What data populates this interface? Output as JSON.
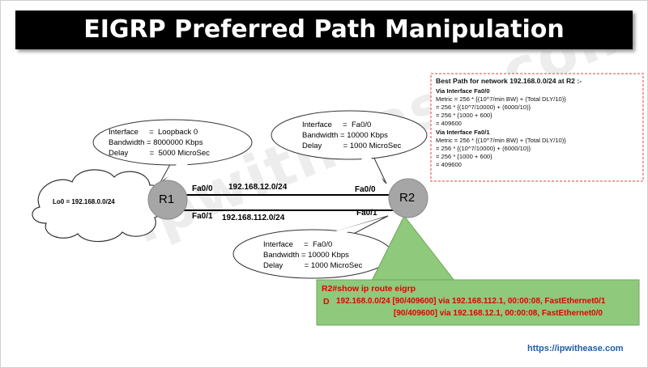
{
  "title": "EIGRP Preferred Path Manipulation",
  "watermark": "ipwithease.com",
  "url": "https://ipwithease.com",
  "routers": {
    "r1": "R1",
    "r2": "R2"
  },
  "cloud_label": "Lo0 = 192.168.0.0/24",
  "links": {
    "top": {
      "r1_if": "Fa0/0",
      "network": "192.168.12.0/24",
      "r2_if": "Fa0/0"
    },
    "bottom": {
      "r1_if": "Fa0/1",
      "network": "192.168.112.0/24",
      "r2_if": "Fa0/1"
    }
  },
  "callouts": {
    "r1_loopback": {
      "lines": [
        "Interface     =  Loopback 0",
        "Bandwidth = 8000000 Kbps",
        "Delay          =  5000 MicroSec"
      ]
    },
    "r2_fa00": {
      "lines": [
        "Interface     =  Fa0/0",
        "Bandwidth = 10000 Kbps",
        "Delay          = 1000 MicroSec"
      ]
    },
    "r2_fa01": {
      "lines": [
        "Interface     =  Fa0/0",
        "Bandwidth = 10000 Kbps",
        "Delay          = 1000 MicroSec"
      ]
    }
  },
  "best_path": {
    "heading": "Best Path for network 192.168.0.0/24 at R2 :-",
    "via1": "Via Interface Fa0/0",
    "via1_lines": [
      "Metric = 256 * {(10^7/min BW) + (Total DLY/10)}",
      "= 256 * {(10^7/10000) + (6000/10)}",
      "= 256 * {1000 + 600}",
      "= 409600"
    ],
    "via2": "Via Interface Fa0/1",
    "via2_lines": [
      "Metric = 256 * {(10^7/min BW) + (Total DLY/10)}",
      "= 256 * {(10^7/10000) + (6000/10)}",
      "= 256 * {1000 + 600}",
      "= 409600"
    ]
  },
  "cli_output": {
    "command": "R2#show ip route eigrp",
    "line1_code": "D",
    "line1": "192.168.0.0/24 [90/409600] via 192.168.112.1, 00:00:08, FastEthernet0/1",
    "line2": "[90/409600] via 192.168.12.1, 00:00:08, FastEthernet0/0"
  },
  "colors": {
    "router_fill": "#a6a6a6",
    "cli_panel": "#8fc97b",
    "cli_text": "#e00000",
    "best_path_border": "#e04040",
    "url_text": "#1f5ea8"
  }
}
